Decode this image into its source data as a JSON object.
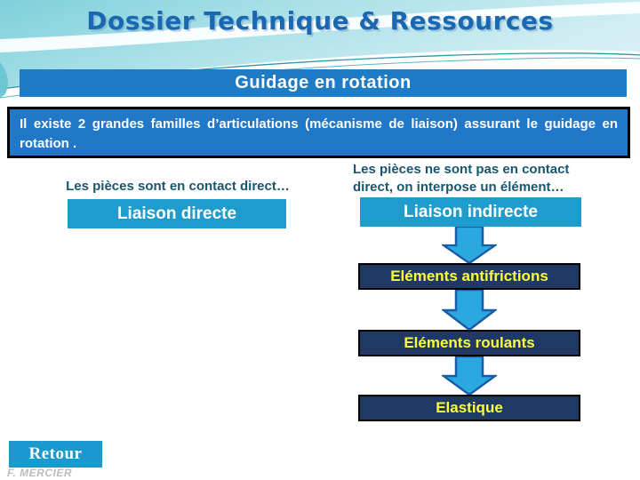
{
  "header": {
    "title": "Dossier Technique & Ressources"
  },
  "banner": {
    "label": "Guidage en rotation"
  },
  "intro": {
    "text": "Il existe 2 grandes familles d’articulations (mécanisme de liaison) assurant le guidage en rotation ."
  },
  "direct_branch": {
    "caption": "Les pièces sont en contact direct…",
    "box_label": "Liaison directe"
  },
  "indirect_branch": {
    "caption": "Les pièces ne sont pas en contact direct, on interpose un élément…",
    "box_label": "Liaison indirecte",
    "flow_items": [
      {
        "label": "Eléments antifrictions"
      },
      {
        "label": "Eléments roulants"
      },
      {
        "label": "Elastique"
      }
    ]
  },
  "footer": {
    "back_label": "Retour",
    "author": "F. MERCIER"
  },
  "colors": {
    "banner_blue": "#1E7BC6",
    "intro_blue": "#2178C8",
    "button_cyan": "#1F9CCE",
    "navy_box": "#1F3864",
    "box_text_yellow": "#FDFF3A",
    "arrow_fill": "#29A9DF",
    "arrow_stroke": "#1A5CA8",
    "title_blue": "#1A68B2",
    "caption_teal": "#17566E",
    "header_teal": "#7ED0DA"
  }
}
